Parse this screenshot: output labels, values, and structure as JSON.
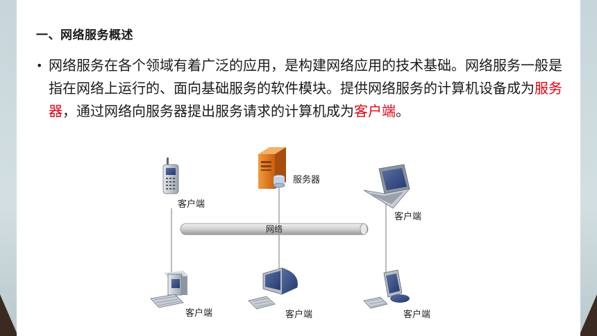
{
  "heading": "一、网络服务概述",
  "paragraph": {
    "bullet": "•",
    "text_1": "网络服务在各个领域有着广泛的应用，是构建网络应用的技术基础。网络服务一般是指在网络上运行的、面向基础服务的软件模块。提供网络服务的计算机设备成为",
    "highlight_1": "服务器",
    "text_2": "，通过网络向服务器提出服务请求的计算机成为",
    "highlight_2": "客户端",
    "text_3": "。"
  },
  "diagram": {
    "network_label": "网络",
    "server_label": "服务器",
    "client_label_phone": "客户端",
    "client_label_laptop": "客户端",
    "client_label_pc1": "客户端",
    "client_label_pc2": "客户端",
    "client_label_pc3": "客户端"
  },
  "colors": {
    "highlight": "#e60012",
    "server_orange": "#e87a1e",
    "network_tube": "#c8c8c8"
  }
}
